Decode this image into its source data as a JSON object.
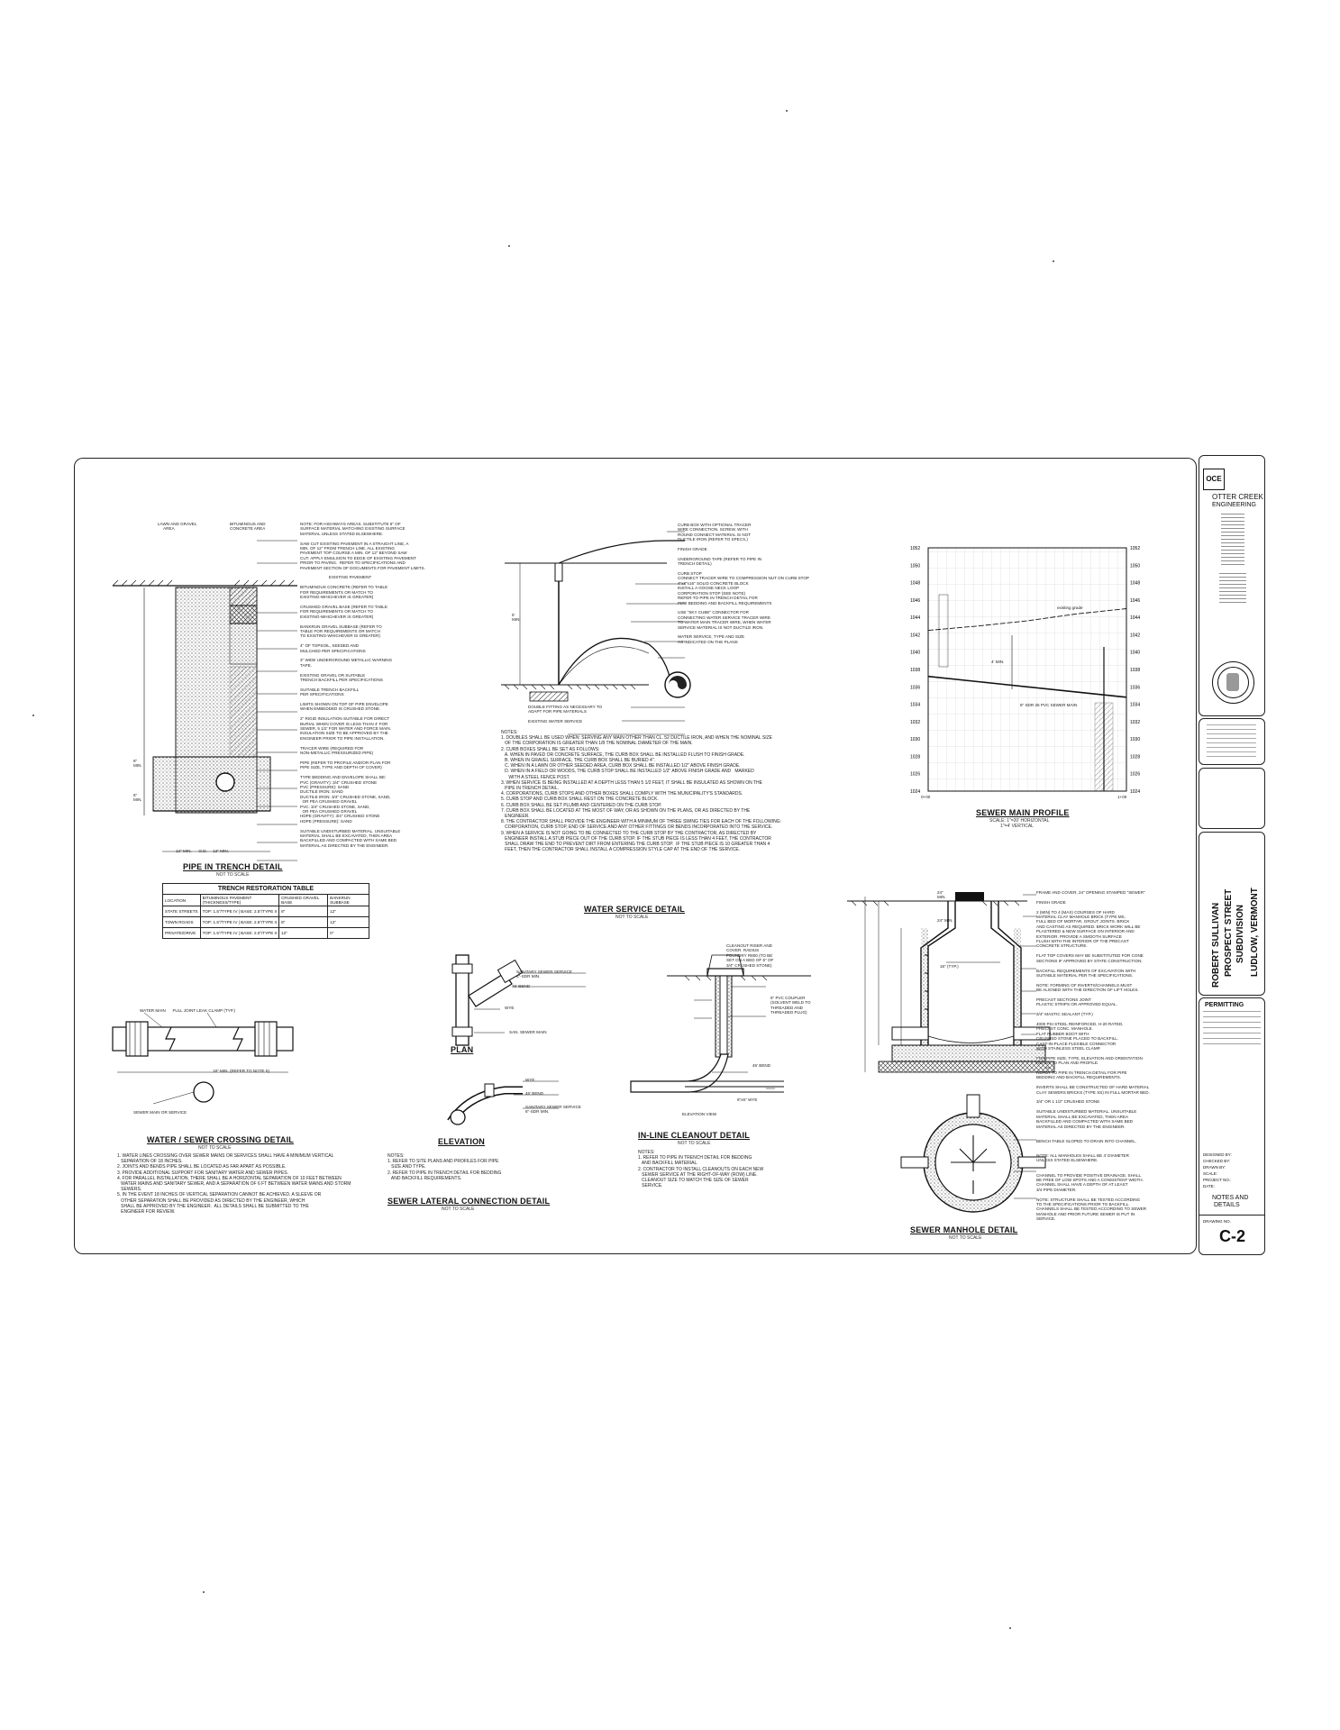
{
  "firm": {
    "logo": "OCE",
    "name_line1": "OTTER CREEK",
    "name_line2": "ENGINEERING"
  },
  "project": {
    "client": "ROBERT SULLIVAN",
    "name_line1": "PROSPECT STREET",
    "name_line2": "SUBDIVISION",
    "location": "LUDLOW, VERMONT"
  },
  "title_block": {
    "status": "PERMITTING",
    "sheet_title_line1": "NOTES AND",
    "sheet_title_line2": "DETAILS",
    "drawing_no_label": "DRAWING NO.",
    "drawing_no": "C-2",
    "rows": [
      "DESIGNED BY:",
      "CHECKED BY:",
      "DRAWN BY:",
      "SCALE:",
      "PROJECT NO.:",
      "DATE:"
    ]
  },
  "details": {
    "pipe_trench": {
      "title": "PIPE IN TRENCH DETAIL",
      "scale": "NOT TO SCALE"
    },
    "restoration_table": {
      "title": "TRENCH RESTORATION TABLE",
      "headers": [
        "LOCATION",
        "BITUMINOUS PAVEMENT (THICKNESS/TYPE)",
        "CRUSHED GRAVEL BASE",
        "BANKRUN SUBBASE"
      ],
      "rows": [
        [
          "STATE STREETS",
          "TOP: 1.5\"/TYPE IV | BASE: 2.5\"/TYPE II",
          "8\"",
          "12\""
        ],
        [
          "TOWN ROADS",
          "TOP: 1.5\"/TYPE IV | BASE: 2.5\"/TYPE II",
          "8\"",
          "12\""
        ],
        [
          "PRIVATE/DRIVE",
          "TOP: 1.5\"/TYPE IV | BASE: 2.0\"/TYPE II",
          "12\"",
          "0\""
        ]
      ]
    },
    "water_service": {
      "title": "WATER SERVICE DETAIL",
      "scale": "NOT TO SCALE"
    },
    "sewer_profile": {
      "title": "SEWER MAIN PROFILE",
      "scale_line1": "SCALE: 1\"=20' HORIZONTAL",
      "scale_line2": "1\"=4' VERTICAL",
      "existing_grade_label": "existing grade",
      "min_label": "4' MIN.",
      "pipe_label": "8\" SDR 35 PVC SEWER MAIN",
      "x_start": "0+00",
      "x_end": "1+00"
    },
    "water_sewer_crossing": {
      "title": "WATER / SEWER CROSSING DETAIL",
      "scale": "NOT TO SCALE"
    },
    "plan": {
      "title": "PLAN"
    },
    "elevation": {
      "title": "ELEVATION"
    },
    "lateral": {
      "title": "SEWER LATERAL CONNECTION DETAIL",
      "scale": "NOT TO SCALE"
    },
    "cleanout": {
      "title": "IN-LINE CLEANOUT DETAIL",
      "scale": "NOT TO SCALE"
    },
    "manhole": {
      "title": "SEWER MANHOLE DETAIL",
      "scale": "NOT TO SCALE"
    }
  },
  "chart_data": {
    "type": "line",
    "title": "SEWER MAIN PROFILE",
    "y_ticks": [
      1024,
      1026,
      1028,
      1030,
      1032,
      1034,
      1036,
      1038,
      1040,
      1042,
      1044,
      1046,
      1048,
      1050,
      1052
    ],
    "x_ticks": [
      "0+00",
      "1+00"
    ],
    "ylim": [
      1024,
      1052
    ],
    "grid": true,
    "series": [
      {
        "name": "existing grade",
        "x": [
          0,
          25,
          50,
          75,
          100
        ],
        "y": [
          1042.5,
          1043.0,
          1043.6,
          1044.4,
          1045.0
        ]
      },
      {
        "name": "8\" SDR 35 PVC SEWER MAIN",
        "x": [
          0,
          25,
          50,
          75,
          100
        ],
        "y": [
          1037.2,
          1036.6,
          1036.0,
          1035.4,
          1034.8
        ]
      }
    ]
  },
  "colors": {
    "ink": "#111111",
    "paper": "#ffffff"
  }
}
